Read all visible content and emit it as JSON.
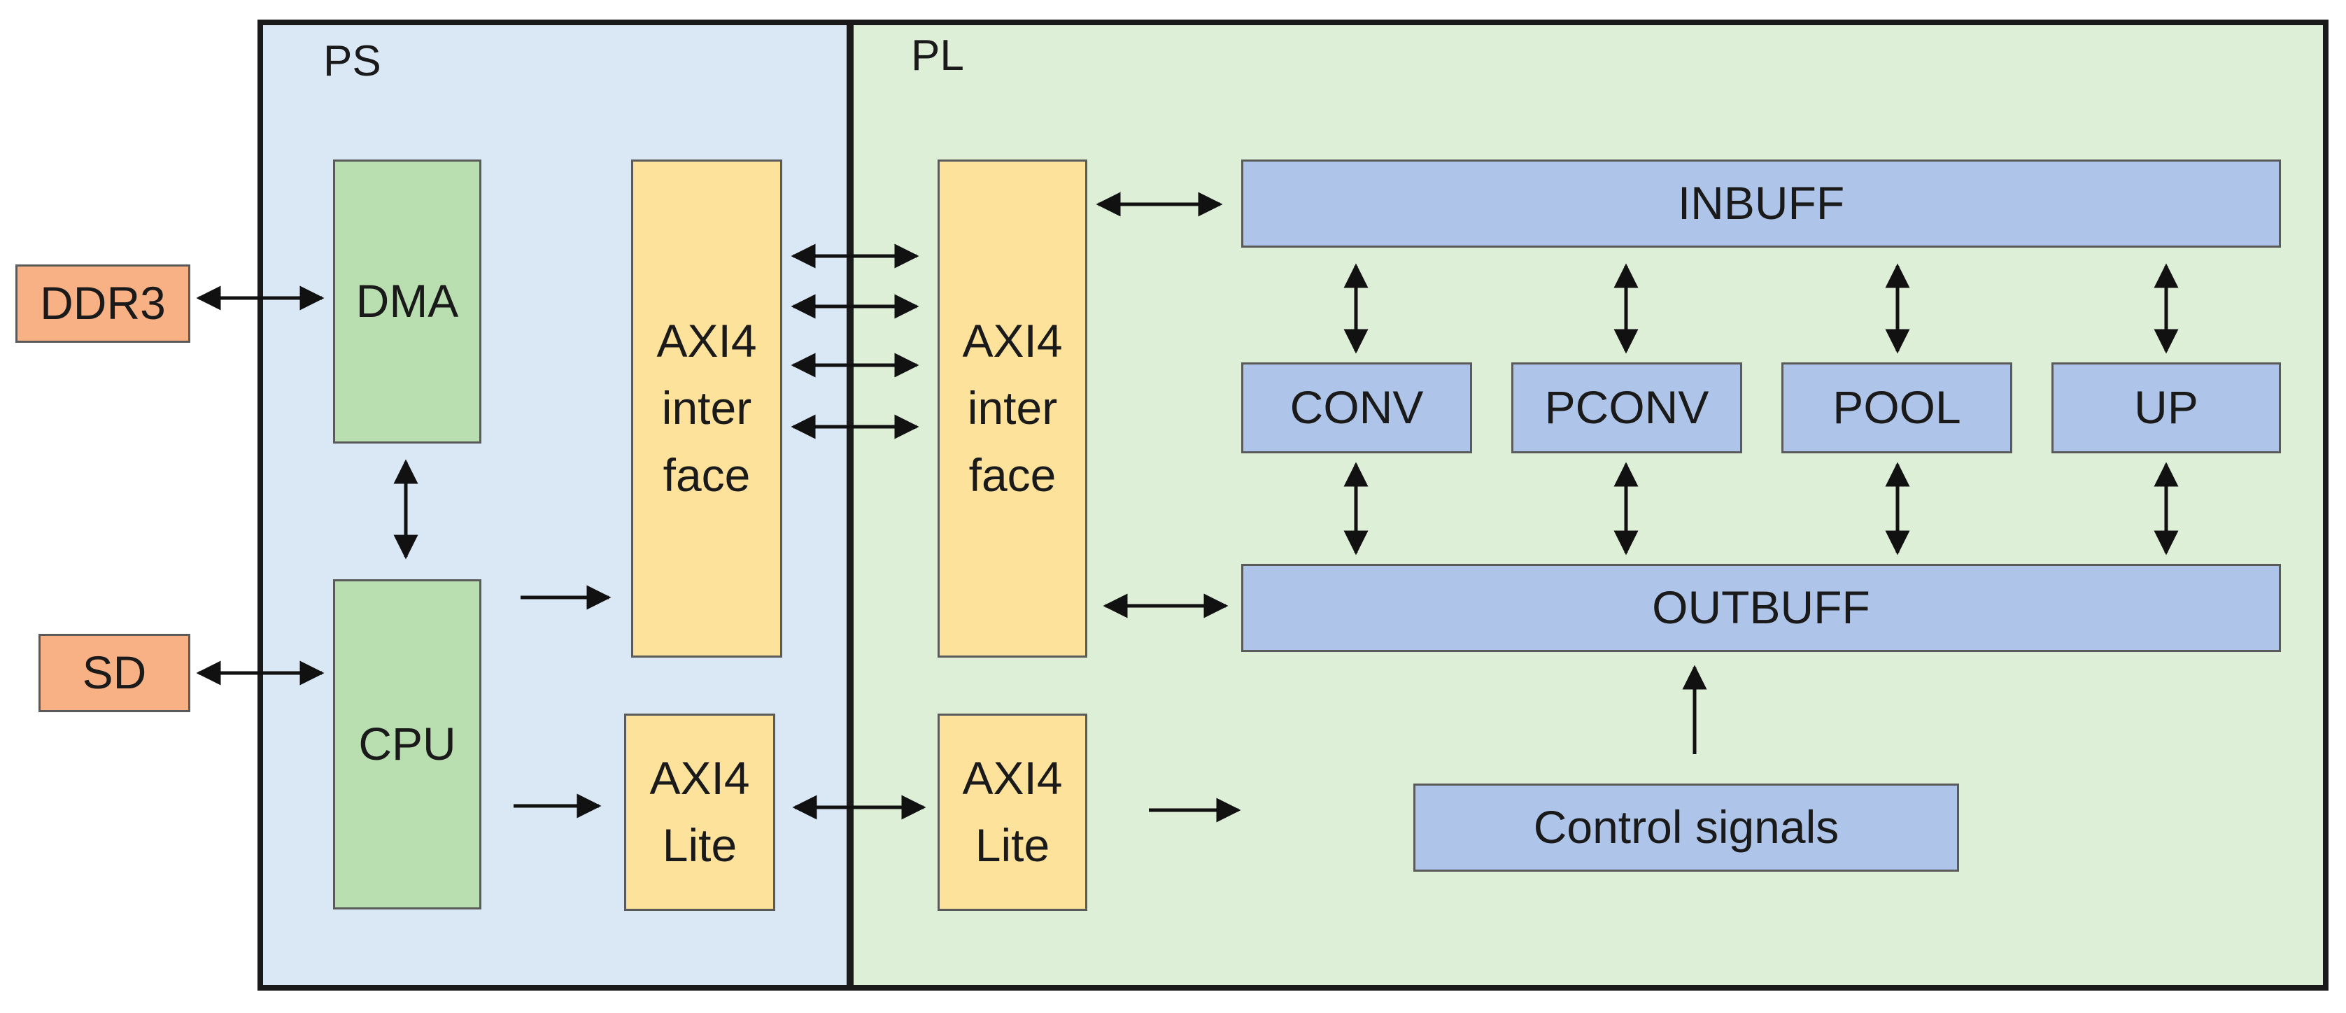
{
  "regions": {
    "ps": {
      "label": "PS",
      "color": "#dae8f6"
    },
    "pl": {
      "label": "PL",
      "color": "#deefd8"
    }
  },
  "external": {
    "ddr3": "DDR3",
    "sd": "SD"
  },
  "ps_blocks": {
    "dma": "DMA",
    "cpu": "CPU",
    "axi4_interface": "AXI4\ninter\nface",
    "axi4_lite": "AXI4\nLite"
  },
  "pl_blocks": {
    "axi4_interface": "AXI4\ninter\nface",
    "axi4_lite": "AXI4\nLite",
    "inbuff": "INBUFF",
    "conv": "CONV",
    "pconv": "PCONV",
    "pool": "POOL",
    "up": "UP",
    "outbuff": "OUTBUFF",
    "control_signals": "Control signals"
  },
  "colors": {
    "external": "#f8b085",
    "ps_block": "#b9dfb0",
    "axi": "#fde29c",
    "pl_block": "#aec4e8",
    "border": "#1a1a1a"
  }
}
